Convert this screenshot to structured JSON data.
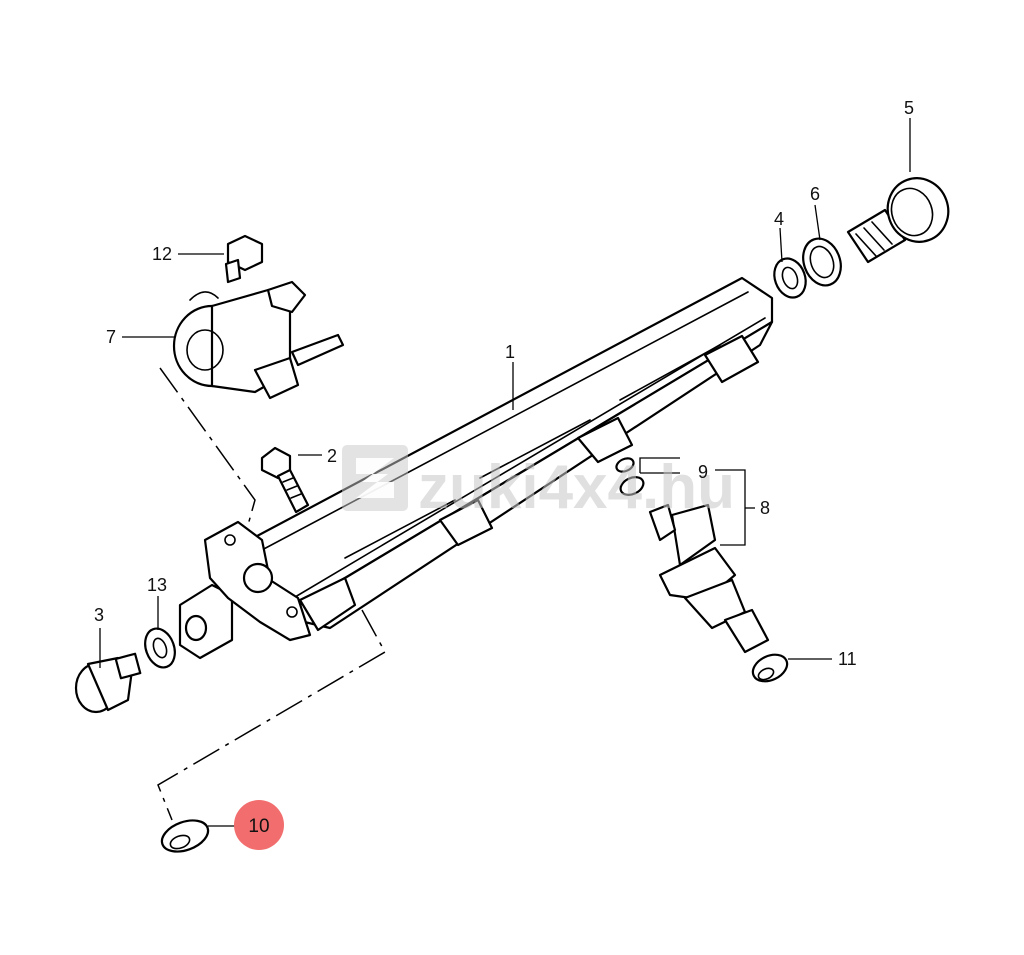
{
  "diagram": {
    "callouts": {
      "c1": "1",
      "c2": "2",
      "c3": "3",
      "c4": "4",
      "c5": "5",
      "c6": "6",
      "c7": "7",
      "c8": "8",
      "c9": "9",
      "c10": "10",
      "c11": "11",
      "c12": "12",
      "c13": "13"
    },
    "highlighted_callout": "10",
    "highlight_color": "#f26d6d",
    "watermark": {
      "text": "zuki4x4.hu",
      "logo": "suzuki-s-logo"
    }
  }
}
